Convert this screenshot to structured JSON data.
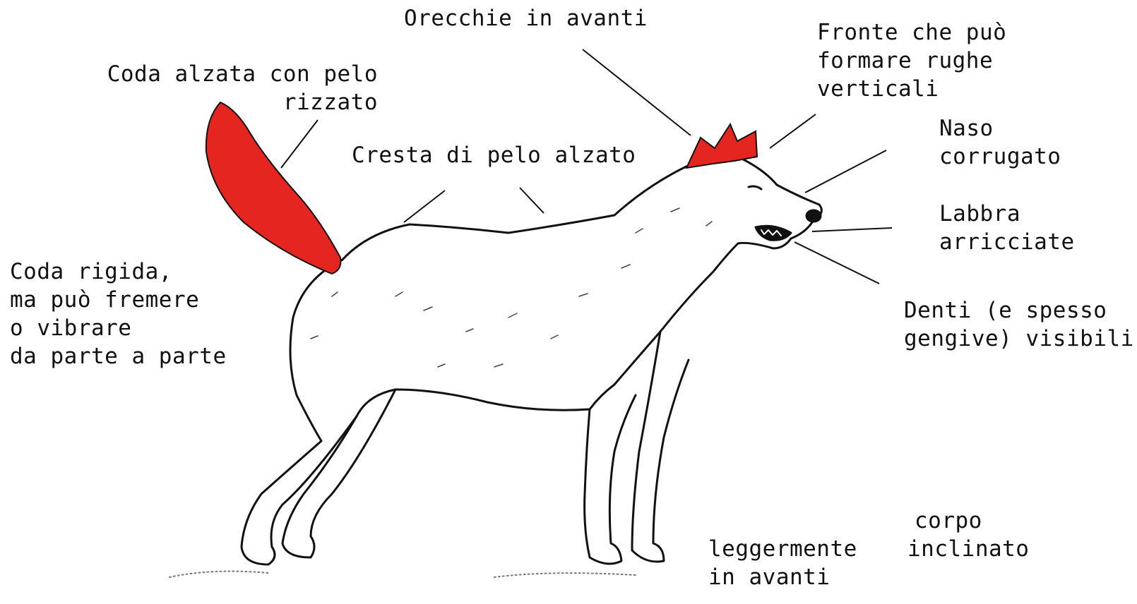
{
  "colors": {
    "highlight": "#e5251f",
    "ink": "#111111",
    "background": "#ffffff"
  },
  "figure": {
    "subject": "wolf",
    "highlighted_parts": [
      "tail",
      "ears"
    ]
  },
  "labels": {
    "ears": "Orecchie in avanti",
    "forehead": [
      "Fronte che può",
      "formare rughe",
      "verticali"
    ],
    "tail_raised": [
      "Coda alzata con pelo",
      "rizzato"
    ],
    "crest": "Cresta di pelo alzato",
    "nose": [
      "Naso",
      "corrugato"
    ],
    "lips": [
      "Labbra",
      "arricciate"
    ],
    "tail_rigid": [
      "Coda rigida,",
      "ma può fremere",
      "o vibrare",
      "da parte a parte"
    ],
    "teeth": [
      "Denti (e spesso",
      "gengive) visibili"
    ],
    "body_a": [
      "leggermente",
      "in avanti"
    ],
    "body_b": [
      "corpo",
      "inclinato"
    ]
  }
}
